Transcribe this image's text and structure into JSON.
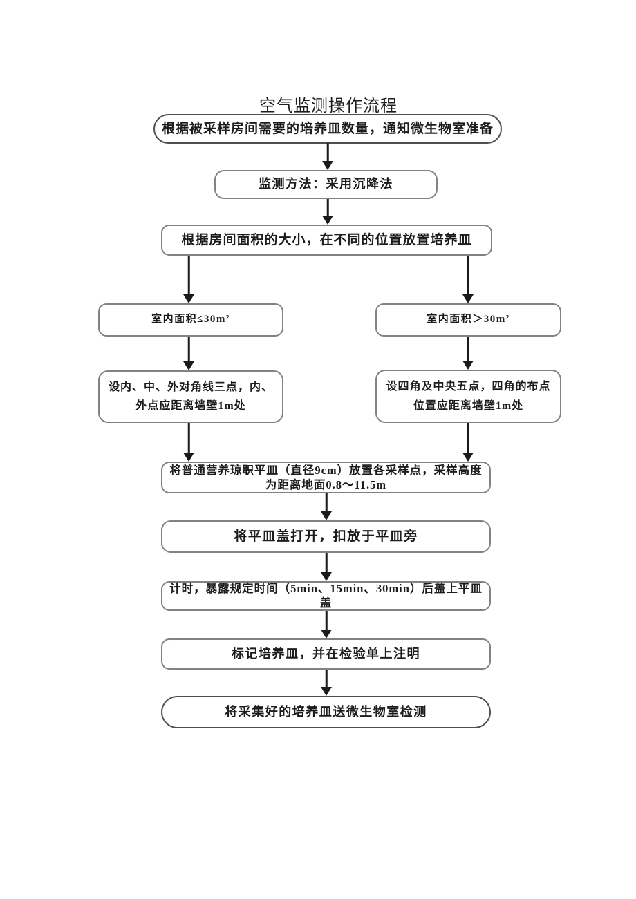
{
  "page": {
    "title": "空气监测操作流程"
  },
  "flowchart": {
    "nodes": {
      "start": {
        "label": "根据被采样房间需要的培养皿数量，通知微生物室准备"
      },
      "method": {
        "label": "监测方法：采用沉降法"
      },
      "placement": {
        "label": "根据房间面积的大小，在不同的位置放置培养皿"
      },
      "area_small": {
        "label": "室内面积≤30m²"
      },
      "area_large": {
        "label": "室内面积＞30m²"
      },
      "points_small": {
        "label": "设内、中、外对角线三点，内、外点应距离墙壁1m处"
      },
      "points_large": {
        "label": "设四角及中央五点，四角的布点位置应距离墙壁1m处"
      },
      "place_dish": {
        "label": "将普通营养琼职平皿（直径9cm）放置各采样点，采样高度为距离地面0.8～11.5m"
      },
      "open_lid": {
        "label": "将平皿盖打开，扣放于平皿旁"
      },
      "timing": {
        "label": "计时，暴露规定时间（5min、15min、30min）后盖上平皿盖"
      },
      "mark": {
        "label": "标记培养皿，并在检验单上注明"
      },
      "send": {
        "label": "将采集好的培养皿送微生物室检测"
      }
    },
    "colors": {
      "box_border": "#828282",
      "terminal_border": "#4f4f4f",
      "arrow": "#1a1a1a",
      "text": "#1c1c1c",
      "background": "#ffffff"
    }
  }
}
